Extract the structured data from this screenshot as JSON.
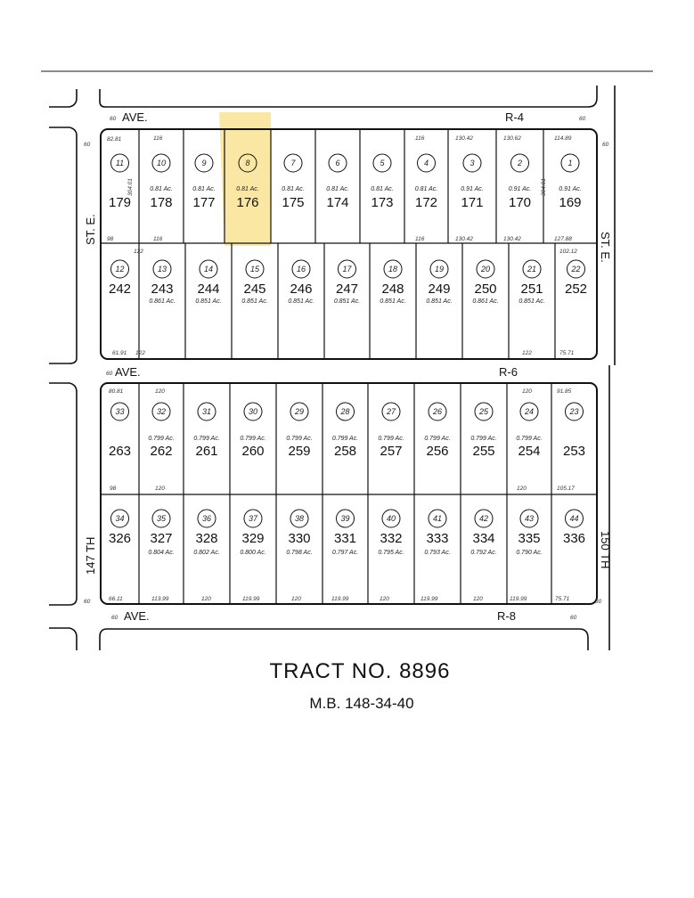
{
  "title": "TRACT NO. 8896",
  "subtitle": "M.B. 148-34-40",
  "highlight_color": "#f5d35a",
  "highlighted_parcel": "176",
  "streets": {
    "top_avenue": "AVE.",
    "top_avenue_code": "R-4",
    "middle_avenue": "AVE.",
    "middle_avenue_code": "R-6",
    "bottom_avenue": "AVE.",
    "bottom_avenue_code": "R-8",
    "left_upper": "ST. E.",
    "left_lower": "147 TH",
    "right_upper": "ST. E.",
    "right_lower": "150 TH",
    "width_mark": "60"
  },
  "block_1_row_a": [
    {
      "parcel": "179",
      "lot": "11"
    },
    {
      "parcel": "178",
      "lot": "10",
      "area": "0.81 Ac."
    },
    {
      "parcel": "177",
      "lot": "9",
      "area": "0.81 Ac."
    },
    {
      "parcel": "176",
      "lot": "8",
      "area": "0.81 Ac."
    },
    {
      "parcel": "175",
      "lot": "7",
      "area": "0.81 Ac."
    },
    {
      "parcel": "174",
      "lot": "6",
      "area": "0.81 Ac."
    },
    {
      "parcel": "173",
      "lot": "5",
      "area": "0.81 Ac."
    },
    {
      "parcel": "172",
      "lot": "4",
      "area": "0.81 Ac."
    },
    {
      "parcel": "171",
      "lot": "3",
      "area": "0.91 Ac."
    },
    {
      "parcel": "170",
      "lot": "2",
      "area": "0.91 Ac."
    },
    {
      "parcel": "169",
      "lot": "1",
      "area": "0.91 Ac."
    }
  ],
  "block_1_row_b": [
    {
      "parcel": "242",
      "lot": "12"
    },
    {
      "parcel": "243",
      "lot": "13",
      "area": "0.861 Ac."
    },
    {
      "parcel": "244",
      "lot": "14",
      "area": "0.851 Ac."
    },
    {
      "parcel": "245",
      "lot": "15",
      "area": "0.851 Ac."
    },
    {
      "parcel": "246",
      "lot": "16",
      "area": "0.851 Ac."
    },
    {
      "parcel": "247",
      "lot": "17",
      "area": "0.851 Ac."
    },
    {
      "parcel": "248",
      "lot": "18",
      "area": "0.851 Ac."
    },
    {
      "parcel": "249",
      "lot": "19",
      "area": "0.851 Ac."
    },
    {
      "parcel": "250",
      "lot": "20",
      "area": "0.861 Ac."
    },
    {
      "parcel": "251",
      "lot": "21",
      "area": "0.851 Ac."
    },
    {
      "parcel": "252",
      "lot": "22"
    }
  ],
  "block_2_row_a": [
    {
      "parcel": "263",
      "lot": "33"
    },
    {
      "parcel": "262",
      "lot": "32",
      "area": "0.799 Ac."
    },
    {
      "parcel": "261",
      "lot": "31",
      "area": "0.799 Ac."
    },
    {
      "parcel": "260",
      "lot": "30",
      "area": "0.799 Ac."
    },
    {
      "parcel": "259",
      "lot": "29",
      "area": "0.799 Ac."
    },
    {
      "parcel": "258",
      "lot": "28",
      "area": "0.799 Ac."
    },
    {
      "parcel": "257",
      "lot": "27",
      "area": "0.799 Ac."
    },
    {
      "parcel": "256",
      "lot": "26",
      "area": "0.799 Ac."
    },
    {
      "parcel": "255",
      "lot": "25",
      "area": "0.799 Ac."
    },
    {
      "parcel": "254",
      "lot": "24",
      "area": "0.799 Ac."
    },
    {
      "parcel": "253",
      "lot": "23"
    }
  ],
  "block_2_row_b": [
    {
      "parcel": "326",
      "lot": "34"
    },
    {
      "parcel": "327",
      "lot": "35",
      "area": "0.804 Ac."
    },
    {
      "parcel": "328",
      "lot": "36",
      "area": "0.802 Ac."
    },
    {
      "parcel": "329",
      "lot": "37",
      "area": "0.800 Ac."
    },
    {
      "parcel": "330",
      "lot": "38",
      "area": "0.798 Ac."
    },
    {
      "parcel": "331",
      "lot": "39",
      "area": "0.797 Ac."
    },
    {
      "parcel": "332",
      "lot": "40",
      "area": "0.795 Ac."
    },
    {
      "parcel": "333",
      "lot": "41",
      "area": "0.793 Ac."
    },
    {
      "parcel": "334",
      "lot": "42",
      "area": "0.792 Ac."
    },
    {
      "parcel": "335",
      "lot": "43",
      "area": "0.790 Ac."
    },
    {
      "parcel": "336",
      "lot": "44"
    }
  ],
  "dimensions": {
    "b1_top_mid": "116",
    "b1_top_r1": "130.42",
    "b1_top_r2": "130.62",
    "b1_top_r3": "114.89",
    "b1_top_left": "82.81",
    "b1_mid_left": "98",
    "b1_mid_mid": "116",
    "b1_mid_r1": "130.42",
    "b1_mid_r2": "130.42",
    "b1_mid_r3": "127.88",
    "b1_low_left": "122",
    "b1_low_right": "102.12",
    "b1_bot_mid": "122",
    "b1_bot_right": "122",
    "b1_bot_left": "61.91",
    "b1_bot_corner": "75.71",
    "b1_side_a": "304.01",
    "b1_side_b": "304.01",
    "b2_top_left": "80.81",
    "b2_top_mid": "120",
    "b2_top_right": "120",
    "b2_top_corner": "91.85",
    "b2_mid_left": "98",
    "b2_mid_mid": "120",
    "b2_mid_right": "120",
    "b2_mid_corner": "105.17",
    "b2_bot_1": "113.99",
    "b2_bot_2": "120",
    "b2_bot_3": "119.99",
    "b2_bot_4": "120",
    "b2_bot_5": "119.99",
    "b2_bot_6": "120",
    "b2_bot_7": "119.99",
    "b2_bot_8": "120",
    "b2_bot_9": "119.99",
    "b2_bot_left": "66.11",
    "b2_bot_corner": "75.71"
  }
}
